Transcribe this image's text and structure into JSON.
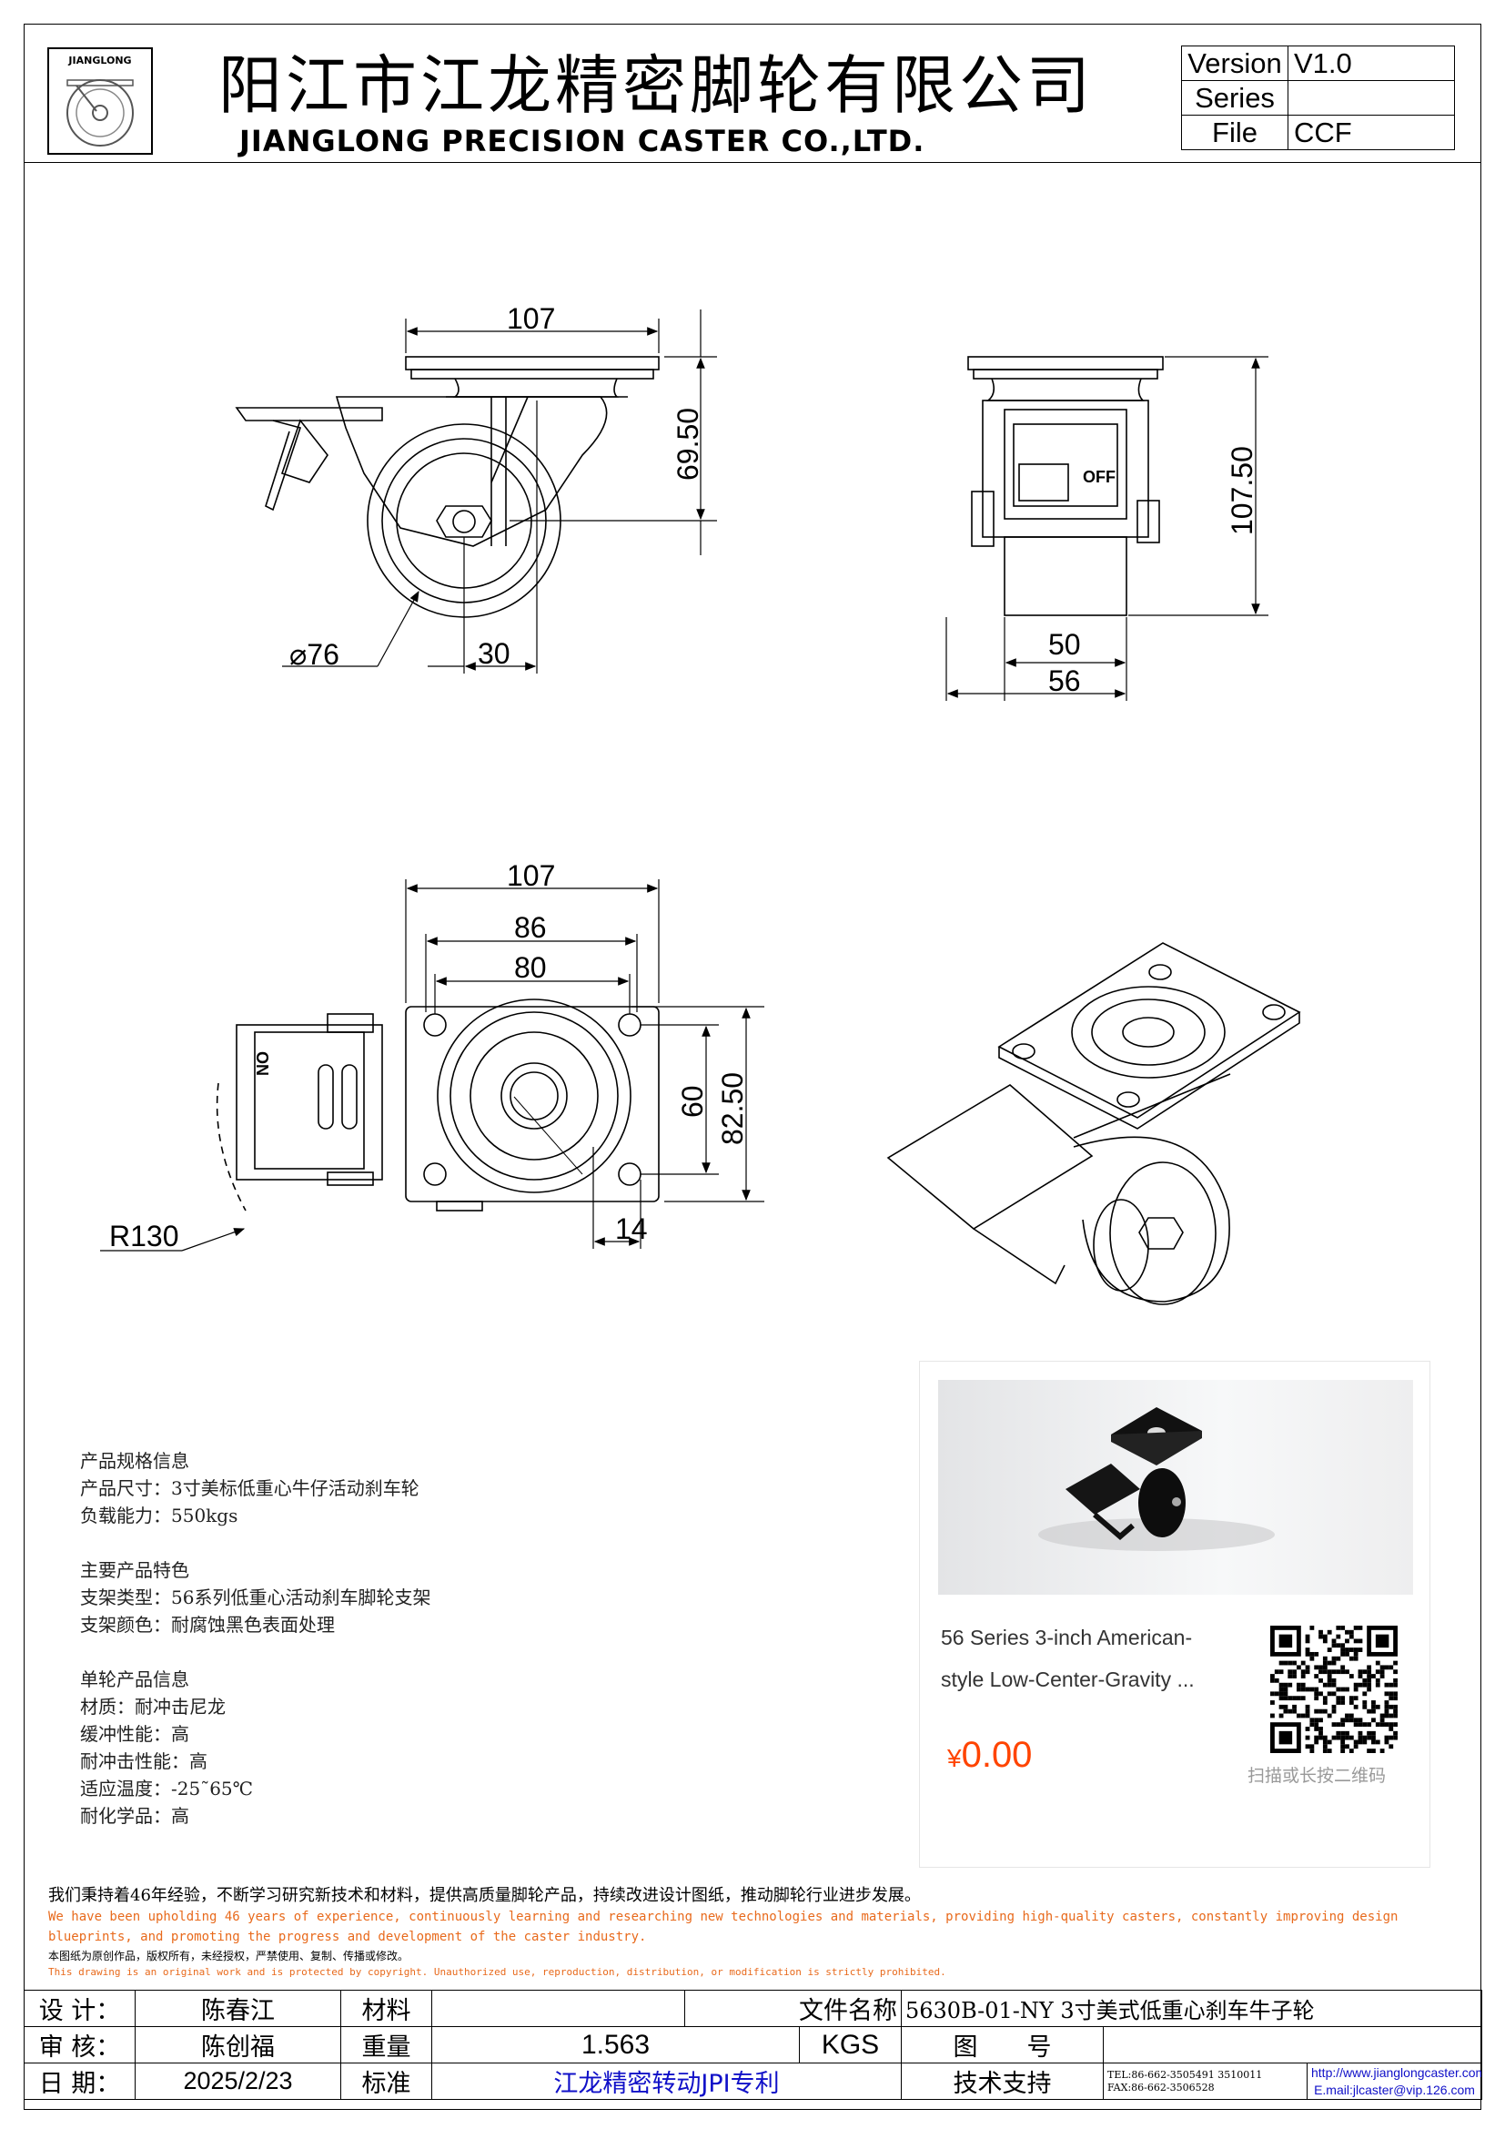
{
  "header": {
    "logo_text": "JIANGLONG",
    "company_cn": "阳江市江龙精密脚轮有限公司",
    "company_en": "JIANGLONG PRECISION CASTER CO.,LTD.",
    "meta": [
      {
        "label": "Version",
        "value": "V1.0"
      },
      {
        "label": "Series",
        "value": ""
      },
      {
        "label": "File",
        "value": "CCF"
      }
    ]
  },
  "dimensions": {
    "side_width": "107",
    "side_height": "69.50",
    "wheel_dia": "⌀76",
    "offset": "30",
    "front_height": "107.50",
    "front_w1": "50",
    "front_w2": "56",
    "top_width": "107",
    "hole_86": "86",
    "hole_80": "80",
    "hole_60": "60",
    "plate_82": "82.50",
    "radius": "R130",
    "slot": "14",
    "off_label": "OFF",
    "on_label": "ON"
  },
  "specs": [
    "产品规格信息",
    "产品尺寸：3寸美标低重心牛仔活动刹车轮",
    "负载能力：550kgs",
    "",
    "主要产品特色",
    "支架类型：56系列低重心活动刹车脚轮支架",
    "支架颜色：耐腐蚀黑色表面处理",
    "",
    "单轮产品信息",
    "材质：耐冲击尼龙",
    "缓冲性能：高",
    "耐冲击性能：高",
    "适应温度：-25˜65℃",
    "耐化学品：高"
  ],
  "product_card": {
    "title": "56 Series 3-inch American-style Low-Center-Gravity ...",
    "currency": "¥",
    "price": "0.00",
    "qr_hint": "扫描或长按二维码"
  },
  "footer": {
    "statement_cn": "我们秉持着46年经验，不断学习研究新技术和材料，提供高质量脚轮产品，持续改进设计图纸，推动脚轮行业进步发展。",
    "statement_en": "We have been upholding 46 years of experience, continuously learning and researching new technologies and materials, providing high-quality casters, constantly improving design blueprints, and promoting the progress and development of the caster industry.",
    "copyright_cn": "本图纸为原创作品，版权所有，未经授权，严禁使用、复制、传播或修改。",
    "copyright_en": "This drawing is an original work and is protected by copyright. Unauthorized use, reproduction, distribution, or modification is strictly prohibited."
  },
  "title_block": {
    "design_label": "设 计：",
    "design_value": "陈春江",
    "material_label": "材料",
    "material_value": "",
    "filename_label": "文件名称",
    "filename_value": "5630B-01-NY 3寸美式低重心刹车牛子轮",
    "review_label": "审 核：",
    "review_value": "陈创福",
    "weight_label": "重量",
    "weight_value": "1.563",
    "weight_unit": "KGS",
    "figno_label": "图　　号",
    "figno_value": "",
    "date_label": "日 期：",
    "date_value": "2025/2/23",
    "standard_label": "标准",
    "standard_value": "江龙精密转动JPI专利",
    "support_label": "技术支持",
    "tel": "TEL:86-662-3505491 3510011",
    "fax": "FAX:86-662-3506528",
    "website": "http://www.jianglongcaster.com",
    "email": "E.mail:jlcaster@vip.126.com"
  }
}
